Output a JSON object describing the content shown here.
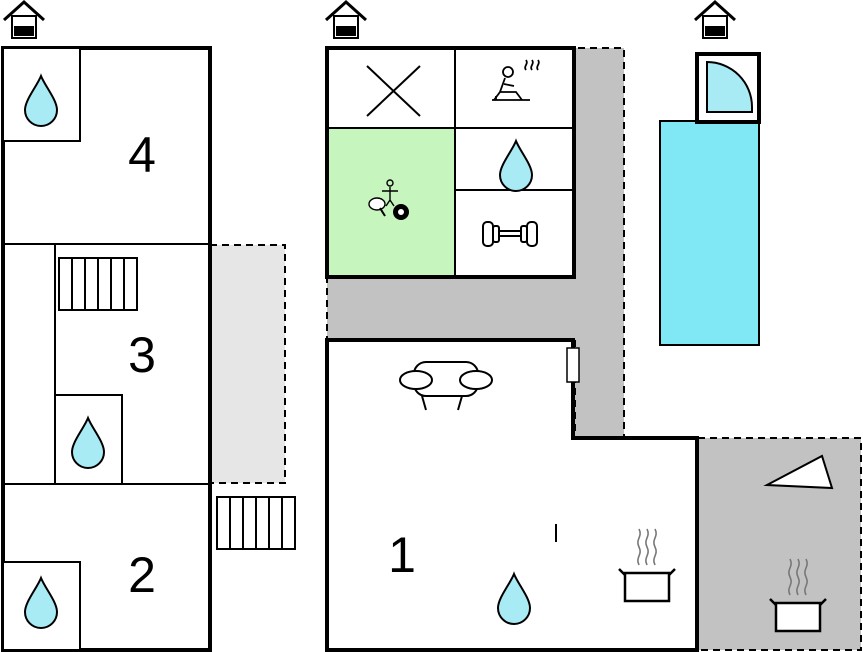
{
  "floorplan": {
    "rooms": [
      {
        "label": "4"
      },
      {
        "label": "3"
      },
      {
        "label": "2"
      },
      {
        "label": "1"
      }
    ],
    "icons": [
      "house-entrance-icon",
      "water-drop-icon",
      "stairs-icon",
      "terrace-area",
      "no-entry-cross-icon",
      "sauna-icon",
      "table-tennis-billiards-icon",
      "dumbbell-icon",
      "sofa-icon",
      "stove-pot-icon",
      "shower-icon",
      "pool"
    ],
    "colors": {
      "wall": "#000000",
      "terrace_light": "#e6e6e6",
      "terrace_dark": "#c2c2c2",
      "pool": "#80e8f5",
      "water": "#a9ebf4",
      "game_room": "#c6f5be"
    }
  }
}
